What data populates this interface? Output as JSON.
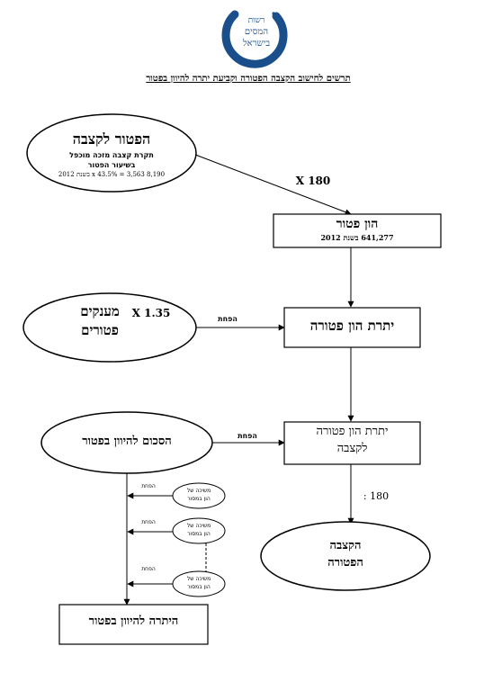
{
  "header": {
    "logo_lines": [
      "רשות",
      "המסים",
      "בישראל"
    ],
    "title": "תרשים לחישוב הקצבה הפטורה וקביעת יתרה להיוון בפטור"
  },
  "nodes": {
    "pension_exempt": {
      "title": "הפטור לקצבה",
      "line1": "תקרת קצבה מזכה מוכפל",
      "line2": "בשיעור הפטור",
      "line3": "8,190 x 43.5% = 3,563 בשנת 2012"
    },
    "exempt_capital": {
      "title": "הון פטור",
      "sub": "641,277 בשנת 2012"
    },
    "grants": {
      "line1": "מענקים",
      "line2": "פטורים"
    },
    "exempt_capital_balance": {
      "title": "יתרת הון פטורה"
    },
    "balance_for_pension": {
      "line1": "יתרת הון פטורה",
      "line2": "לקצבה"
    },
    "exempt_pension": {
      "line1": "הקצבה",
      "line2": "הפטורה"
    },
    "commutation_amount": {
      "title": "הסכום להיוון בפטור"
    },
    "withdrawal_1": {
      "line1": "משיכה של",
      "line2": "הון במסור"
    },
    "withdrawal_2": {
      "line1": "משיכה של",
      "line2": "הון במסור"
    },
    "withdrawal_3": {
      "line1": "משיכה של",
      "line2": "הון במסור"
    },
    "commutation_balance": {
      "title": "היתרה להיוון בפטור"
    }
  },
  "edge_labels": {
    "x180": "X 180",
    "x135": "X 1.35",
    "deduct_grants": "הפחת",
    "deduct_commutation": "הפחת",
    "div180": ": 180",
    "deduct_w1": "הפחת",
    "deduct_w2": "הפחת",
    "deduct_w3": "הפחת"
  },
  "colors": {
    "logo_blue": "#1b4f8c",
    "line": "#000000"
  }
}
